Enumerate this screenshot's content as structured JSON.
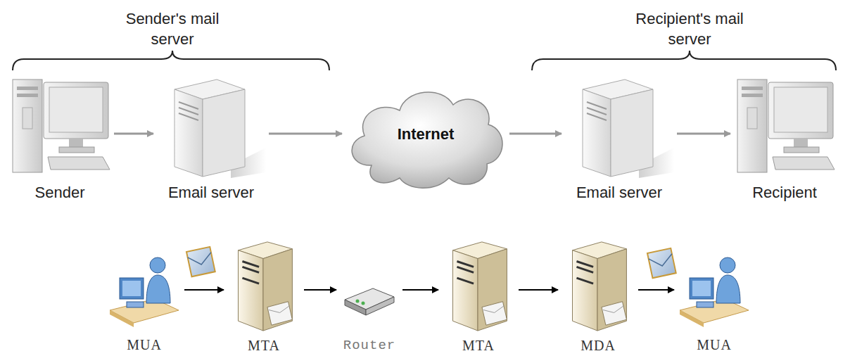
{
  "diagram": {
    "nodes": [
      {
        "text": [
          "Sender"
        ]
      },
      {
        "text": [
          "Email server"
        ]
      },
      {
        "text": [
          "Internet"
        ]
      },
      {
        "text": [
          "Email server"
        ]
      },
      {
        "text": [
          "Recipient"
        ]
      },
      {
        "text": [
          "MUA"
        ]
      },
      {
        "text": [
          "MTA"
        ]
      },
      {
        "text": [
          "Router"
        ]
      },
      {
        "text": [
          "MTA"
        ]
      },
      {
        "text": [
          "MDA"
        ]
      },
      {
        "text": [
          "MUA"
        ]
      }
    ],
    "edges": [
      {
        "from": 0,
        "to": 1,
        "arrow": "to"
      },
      {
        "from": 1,
        "to": 2,
        "arrow": "to"
      },
      {
        "from": 2,
        "to": 3,
        "arrow": "to"
      },
      {
        "from": 3,
        "to": 4,
        "arrow": "to"
      },
      {
        "from": 5,
        "to": 6,
        "arrow": "to"
      },
      {
        "from": 6,
        "to": 7,
        "arrow": "to"
      },
      {
        "from": 7,
        "to": 8,
        "arrow": "to"
      },
      {
        "from": 8,
        "to": 9,
        "arrow": "to"
      },
      {
        "from": 9,
        "to": 10,
        "arrow": "to"
      }
    ],
    "labels": [
      "Sender's mail server",
      "Recipient's mail server"
    ]
  }
}
